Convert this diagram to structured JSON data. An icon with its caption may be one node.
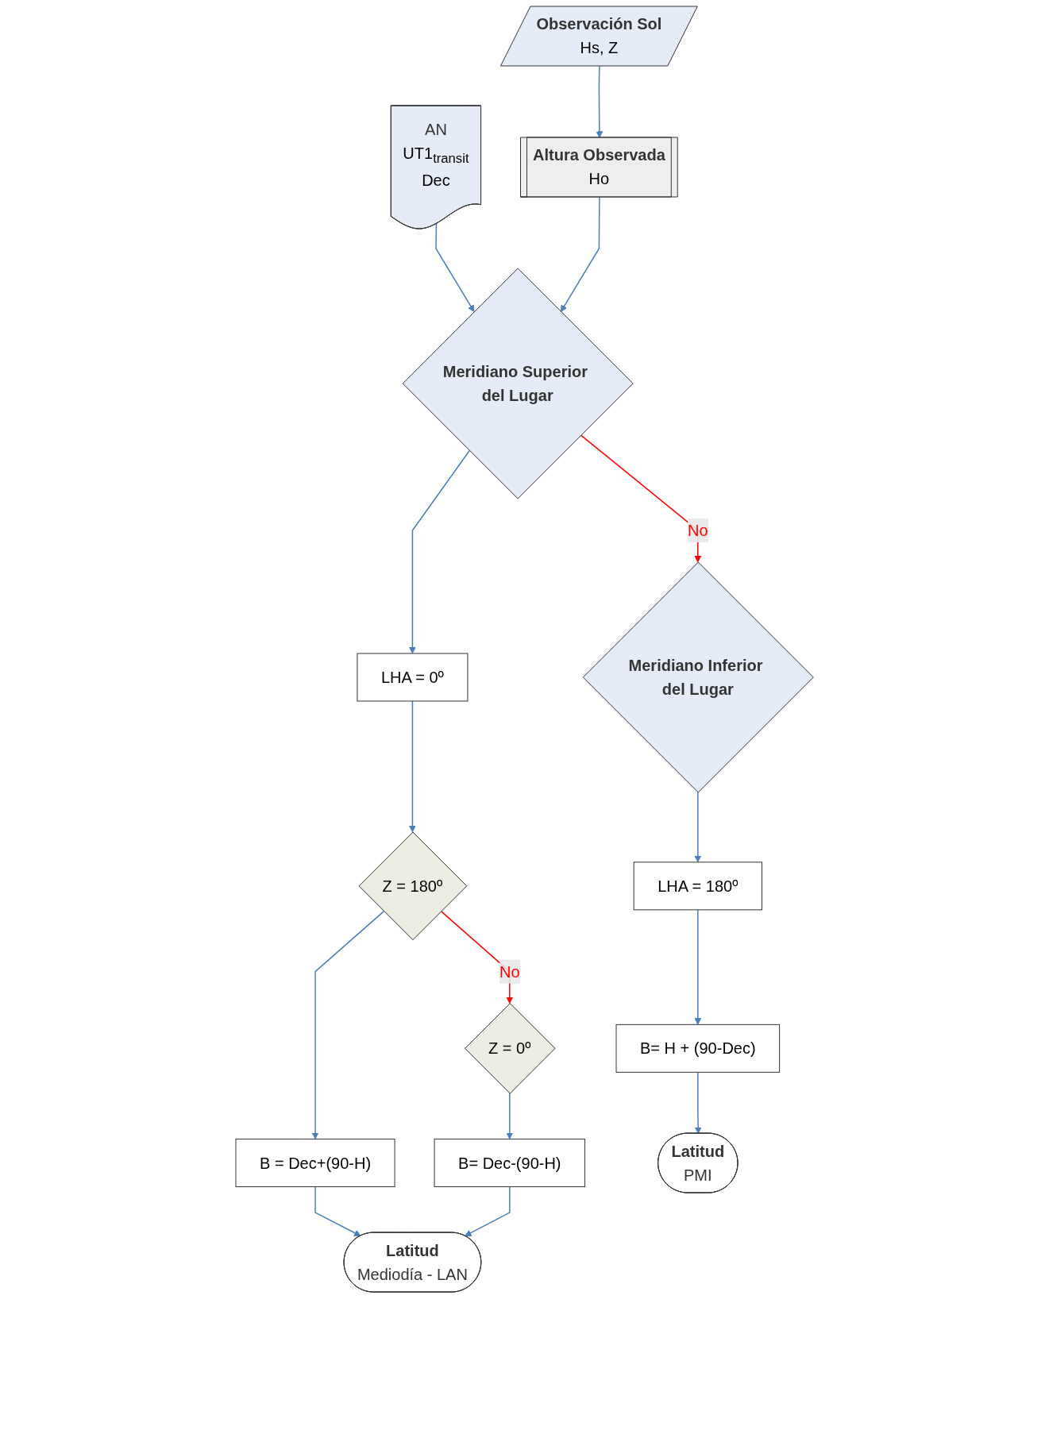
{
  "diagram": {
    "nodes": [
      {
        "text": [
          "AN",
          "UT1$_{transit}$",
          "Dec"
        ]
      },
      {
        "text": [
          "Observación Sol",
          "Hs, Z"
        ]
      },
      {
        "text": [
          "Altura Observada",
          "Ho"
        ]
      },
      {
        "text": [
          "Meridiano Superior del Lugar"
        ]
      },
      {
        "text": [
          "Meridiano Inferior del Lugar"
        ]
      },
      {
        "text": [
          "LHA = 0º"
        ]
      },
      {
        "text": [
          "LHA = 180º"
        ]
      },
      {
        "text": [
          "Z = 180º"
        ]
      },
      {
        "text": [
          "Z = 0º"
        ]
      },
      {
        "text": [
          "B = Dec+(90-H)"
        ]
      },
      {
        "text": [
          "B= Dec-(90-H)"
        ]
      },
      {
        "text": [
          "B= H + (90-Dec)"
        ]
      },
      {
        "text": [
          "Latitud",
          "Mediodía - LAN"
        ]
      },
      {
        "text": [
          "Latitud",
          "PMI"
        ]
      }
    ],
    "edges": [
      {
        "from": 1,
        "to": 2,
        "arrow": "to"
      },
      {
        "from": 0,
        "to": 3,
        "arrow": "to"
      },
      {
        "from": 2,
        "to": 3,
        "arrow": "to"
      },
      {
        "from": 3,
        "to": 4,
        "arrow": "to",
        "label": "No",
        "color": "#ff0000"
      },
      {
        "from": 3,
        "to": 5,
        "arrow": "to"
      },
      {
        "from": 5,
        "to": 7,
        "arrow": "to"
      },
      {
        "from": 7,
        "to": 8,
        "arrow": "to",
        "label": "No",
        "color": "#ff0000"
      },
      {
        "from": 7,
        "to": 9,
        "arrow": "to"
      },
      {
        "from": 8,
        "to": 10,
        "arrow": "to"
      },
      {
        "from": 9,
        "to": 12,
        "arrow": "to"
      },
      {
        "from": 10,
        "to": 12,
        "arrow": "to"
      },
      {
        "from": 4,
        "to": 6,
        "arrow": "to"
      },
      {
        "from": 6,
        "to": 11,
        "arrow": "to"
      },
      {
        "from": 11,
        "to": 13,
        "arrow": "to"
      }
    ]
  }
}
